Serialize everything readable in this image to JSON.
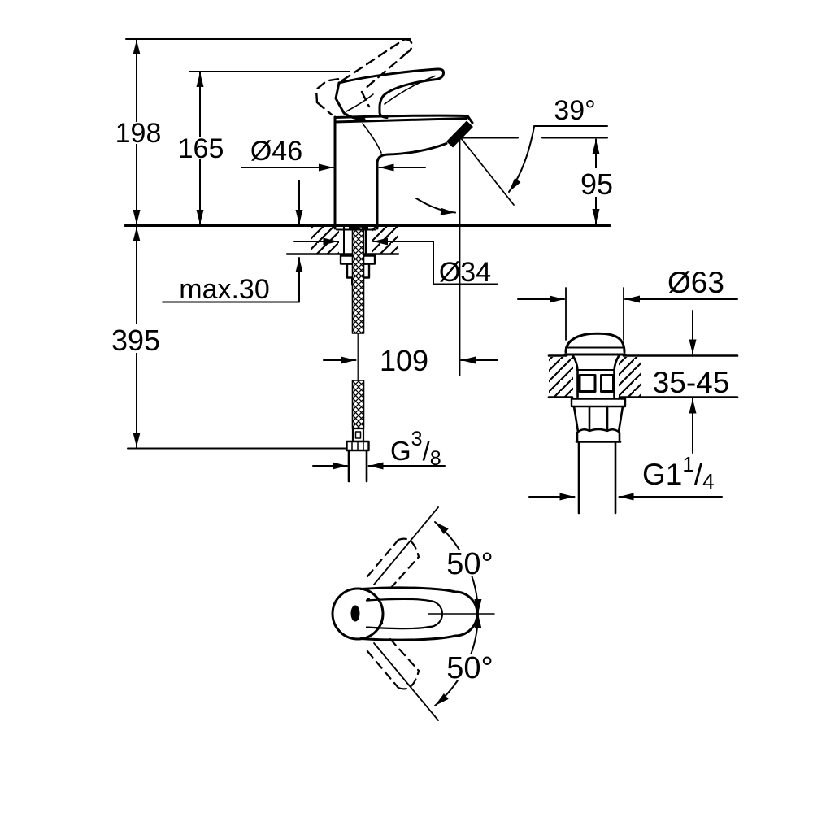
{
  "page": {
    "background": "#ffffff",
    "line_color": "#000000"
  },
  "main_view": {
    "dims": {
      "total_height": "198",
      "body_height": "165",
      "body_diameter": "Ø46",
      "spout_angle": "39°",
      "spout_height": "95",
      "max_deck_thickness": "max.30",
      "hole_diameter": "Ø34",
      "below_deck_length": "395",
      "spout_reach": "109",
      "supply_thread": {
        "base": "G",
        "sup": "3",
        "slash": "/",
        "sub": "8"
      }
    }
  },
  "drain_view": {
    "dims": {
      "flange_diameter": "Ø63",
      "deck_thickness": "35-45",
      "drain_thread": {
        "base": "G1",
        "sup": "1",
        "slash": "/",
        "sub": "4"
      }
    }
  },
  "top_view": {
    "dims": {
      "swing_up": "50°",
      "swing_down": "50°"
    }
  }
}
